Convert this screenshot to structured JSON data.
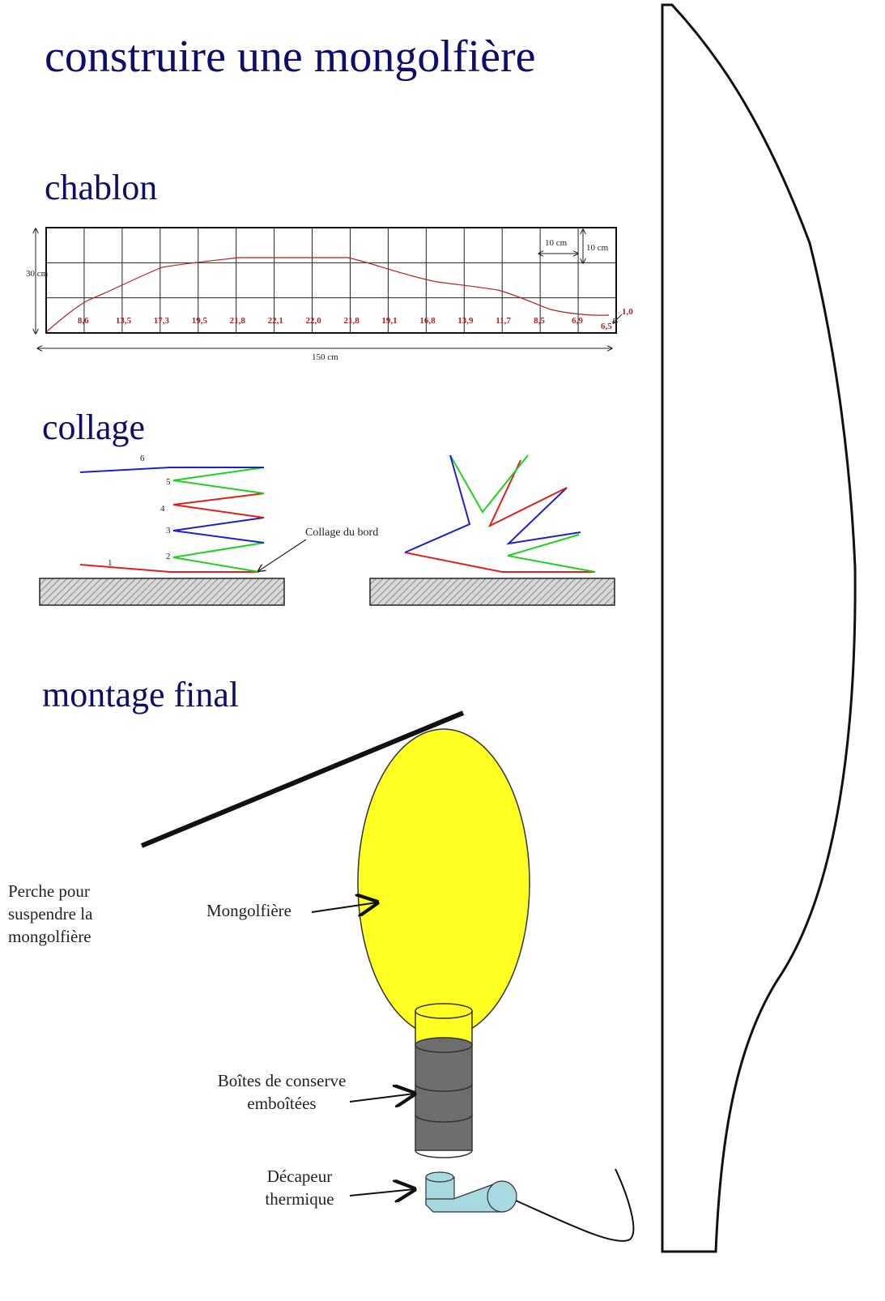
{
  "title": "construire une mongolfière",
  "sections": {
    "chablon": "chablon",
    "collage": "collage",
    "montage": "montage final"
  },
  "chablon": {
    "width_label": "150 cm",
    "height_label": "30 cm",
    "cell_w_label": "10 cm",
    "cell_h_label": "10 cm",
    "values": [
      "8,6",
      "13,5",
      "17,3",
      "19,5",
      "21,8",
      "22,1",
      "22,0",
      "21,8",
      "19,1",
      "16,8",
      "13,9",
      "11,7",
      "8,5",
      "6,9",
      "6,5",
      "1,0"
    ]
  },
  "collage": {
    "layer_numbers": [
      "1",
      "2",
      "3",
      "4",
      "5",
      "6"
    ],
    "edge_label": "Collage du  bord"
  },
  "montage": {
    "perche": [
      "Perche pour",
      "suspendre la",
      "mongolfière"
    ],
    "mongolfiere": "Mongolfière",
    "boites": [
      "Boîtes de conserve",
      "emboîtées"
    ],
    "decapeur": [
      "Décapeur",
      "thermique"
    ]
  },
  "colors": {
    "title": "#0d0d6b",
    "curve": "#b22222",
    "balloon": "#ffff22",
    "can": "#6e6e6e",
    "heat_gun": "#a8d8e0",
    "blue": "#1f1fcc",
    "green": "#1fd11f",
    "red": "#e01f1f"
  }
}
